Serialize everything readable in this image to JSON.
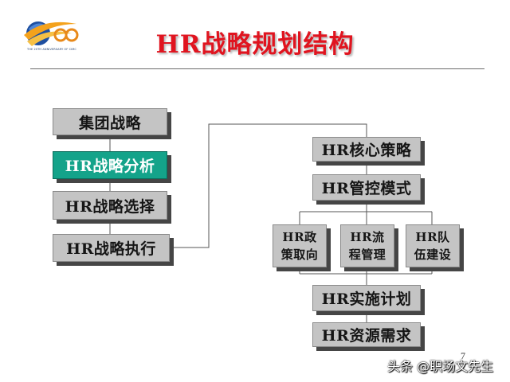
{
  "header": {
    "title": "HR战略规划结构",
    "logo_caption": "THE 20TH ANNIVERSARY OF CIMC"
  },
  "diagram": {
    "left_column": [
      {
        "label": "集团战略",
        "highlighted": false
      },
      {
        "label": "HR战略分析",
        "highlighted": true
      },
      {
        "label": "HR战略选择",
        "highlighted": false
      },
      {
        "label": "HR战略执行",
        "highlighted": false
      }
    ],
    "right_column": {
      "core_strategy": "HR核心策略",
      "control_mode": "HR管控模式",
      "sub_items": [
        {
          "line1": "HR政",
          "line2": "策取向"
        },
        {
          "line1": "HR流",
          "line2": "程管理"
        },
        {
          "line1": "HR队",
          "line2": "伍建设"
        }
      ],
      "implementation_plan": "HR实施计划",
      "resource_demand": "HR资源需求"
    }
  },
  "footer": {
    "page_number": "7",
    "watermark": "头条 @职场文先生"
  },
  "colors": {
    "title": "#e0141f",
    "box_fill": "#c4c4c4",
    "box_shadow": "#454545",
    "highlight_fill": "#14a38a",
    "highlight_text": "#ffffff",
    "rule": "#6b6b6b"
  }
}
